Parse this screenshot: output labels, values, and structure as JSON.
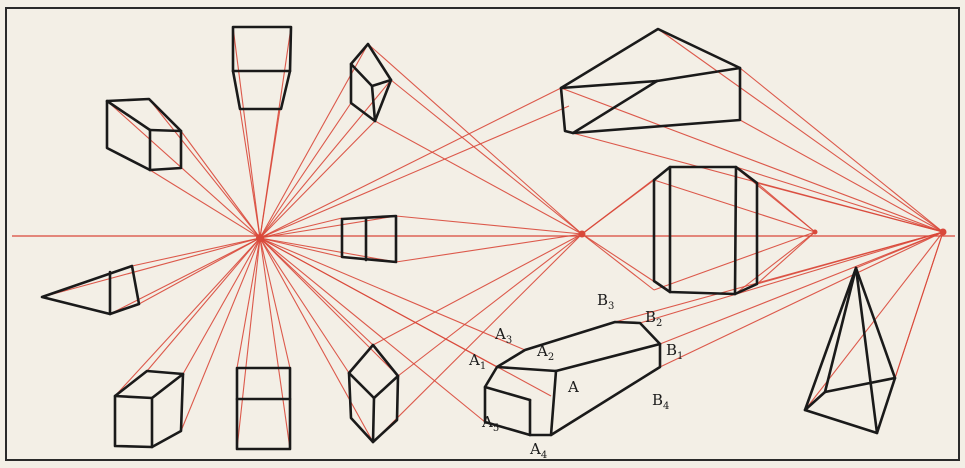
{
  "labels": [
    {
      "id": "A",
      "base": "A",
      "sub": ""
    },
    {
      "id": "A1",
      "base": "A",
      "sub": "1"
    },
    {
      "id": "A2",
      "base": "A",
      "sub": "2"
    },
    {
      "id": "A3",
      "base": "A",
      "sub": "3"
    },
    {
      "id": "A4",
      "base": "A",
      "sub": "4"
    },
    {
      "id": "A5",
      "base": "A",
      "sub": "5"
    },
    {
      "id": "B1",
      "base": "B",
      "sub": "1"
    },
    {
      "id": "B2",
      "base": "B",
      "sub": "2"
    },
    {
      "id": "B3",
      "base": "B",
      "sub": "3"
    },
    {
      "id": "B4",
      "base": "B",
      "sub": "4"
    }
  ],
  "colors": {
    "rays": "#d9483a",
    "solids": "#1a1a1a",
    "paper": "#f3efe6"
  }
}
